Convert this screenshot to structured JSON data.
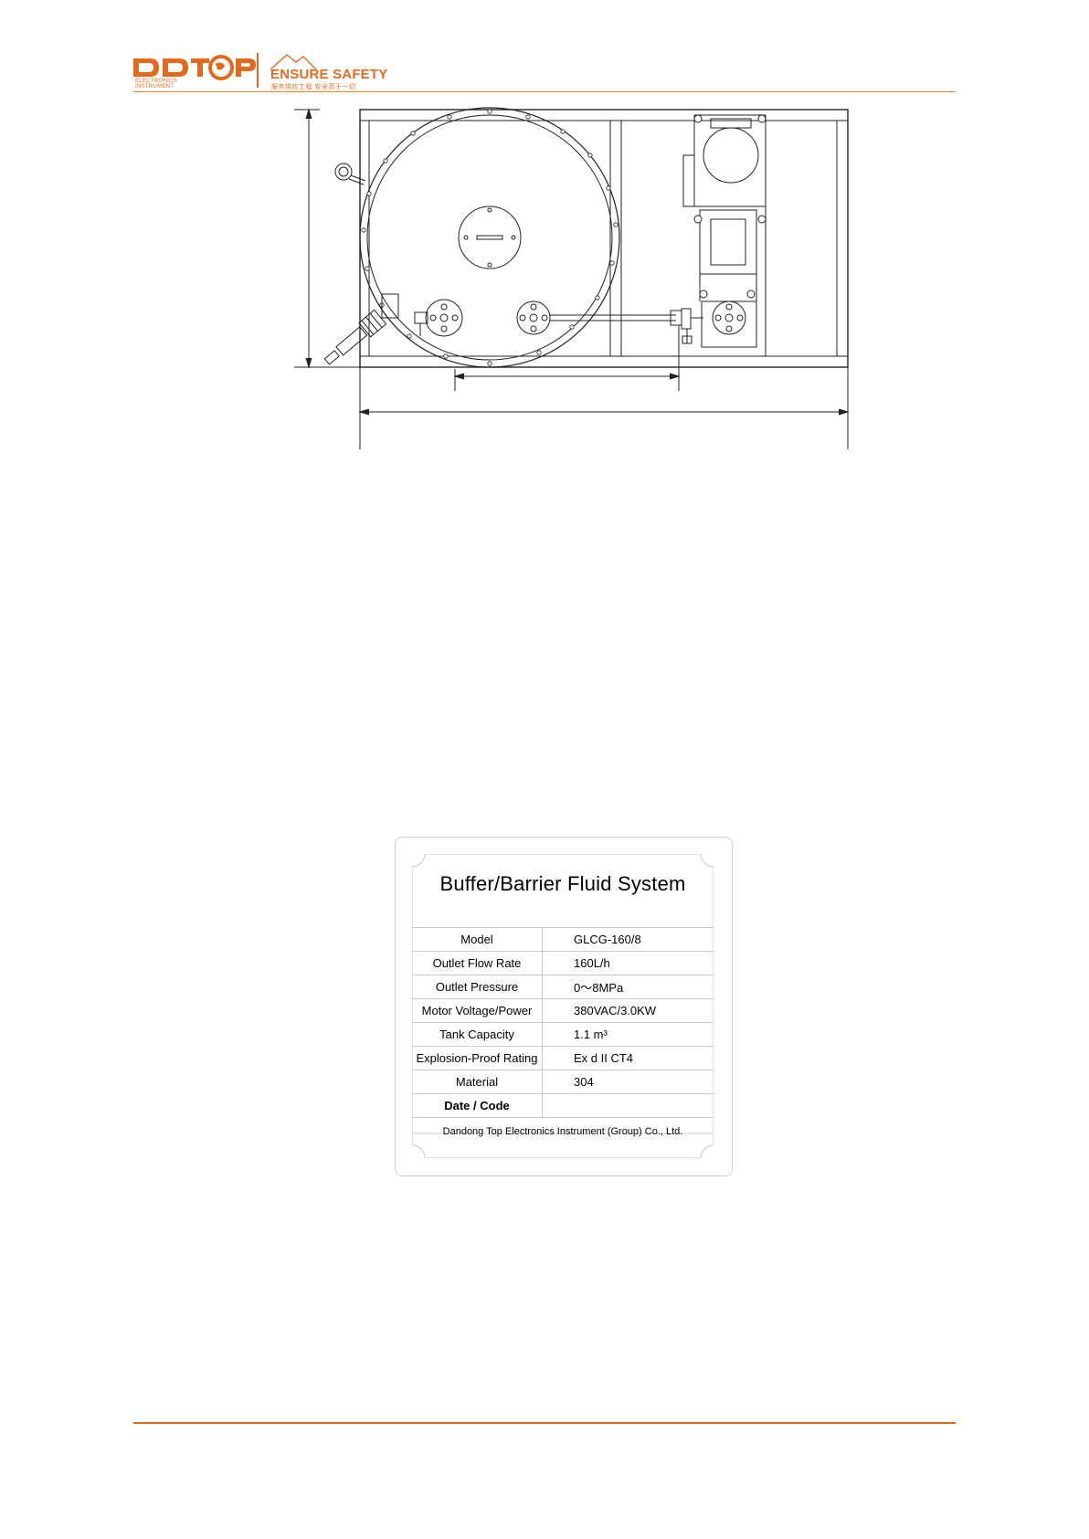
{
  "header": {
    "brand": "DDTOP",
    "brand_sub_1": "ELECTRONICS",
    "brand_sub_2": "INSTRUMENT",
    "tagline": "ENSURE SAFETY",
    "tagline_sub": "服务供应工程 安全高于一切",
    "accent_color": "#e26a1c"
  },
  "nameplate": {
    "title": "Buffer/Barrier Fluid System",
    "rows": [
      {
        "label": "Model",
        "value": "GLCG-160/8"
      },
      {
        "label": "Outlet Flow Rate",
        "value": "160L/h"
      },
      {
        "label": "Outlet Pressure",
        "value": "0～8MPa"
      },
      {
        "label": "Motor Voltage/Power",
        "value": "380VAC/3.0KW"
      },
      {
        "label": "Tank Capacity",
        "value": "1.1 m³"
      },
      {
        "label": "Explosion-Proof Rating",
        "value": "Ex d II CT4"
      },
      {
        "label": "Material",
        "value": "304"
      },
      {
        "label": "Date / Code",
        "value": ""
      }
    ],
    "manufacturer": "Dandong Top Electronics Instrument (Group) Co., Ltd."
  }
}
